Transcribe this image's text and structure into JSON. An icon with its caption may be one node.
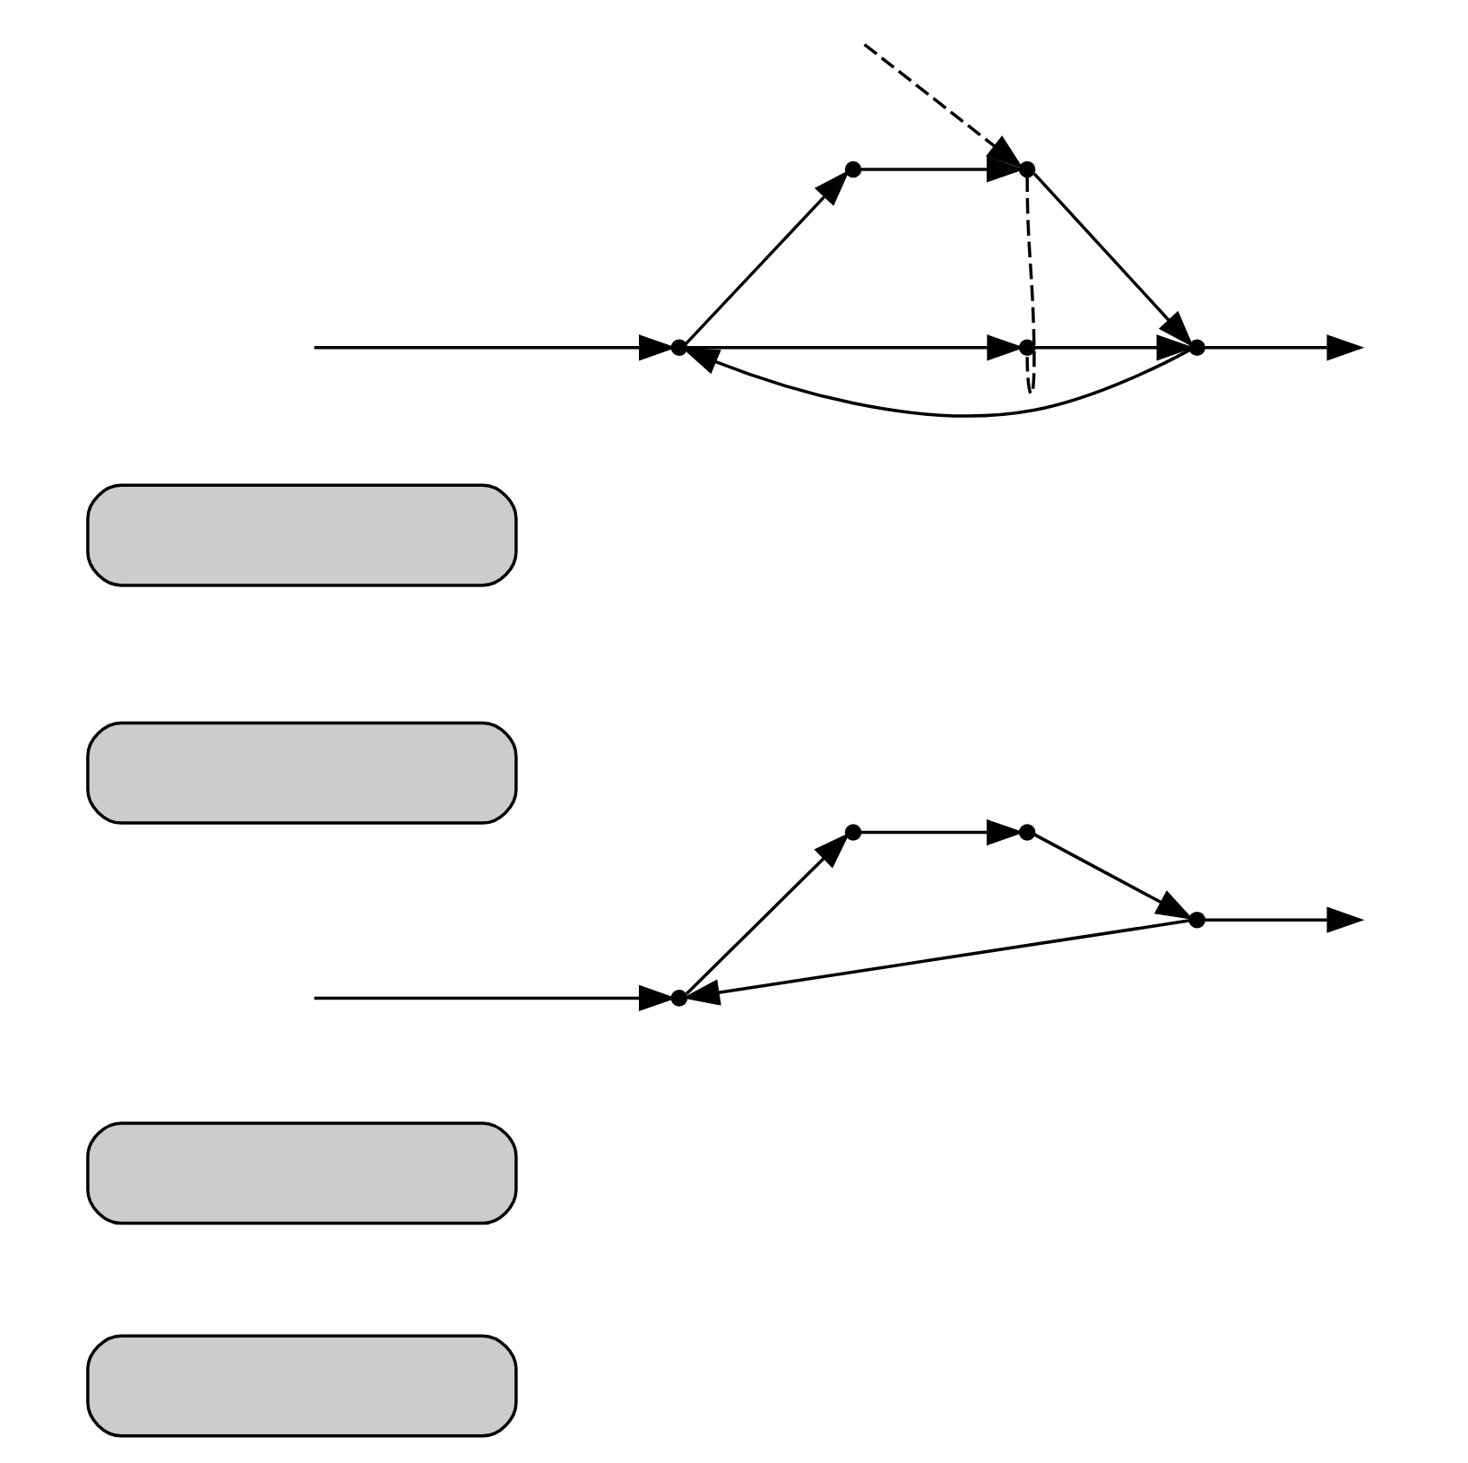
{
  "diagram": {
    "nodes": [
      {
        "text": [],
        "shape": "pill"
      },
      {
        "text": [],
        "shape": "pill"
      },
      {
        "text": [],
        "shape": "point"
      },
      {
        "text": [],
        "shape": "point"
      },
      {
        "text": [],
        "shape": "point"
      },
      {
        "text": [],
        "shape": "point"
      },
      {
        "text": [],
        "shape": "pill"
      },
      {
        "text": [],
        "shape": "pill"
      },
      {
        "text": [],
        "shape": "point"
      },
      {
        "text": [],
        "shape": "point"
      },
      {
        "text": [],
        "shape": "point"
      },
      {
        "text": [],
        "shape": "point"
      },
      {
        "text": [],
        "shape": "point"
      }
    ],
    "edges": [
      {
        "from": null,
        "to": 2,
        "arrow": "to"
      },
      {
        "from": 2,
        "to": 3,
        "arrow": "to"
      },
      {
        "from": 3,
        "to": 4,
        "arrow": "to"
      },
      {
        "from": 4,
        "to": 5,
        "arrow": "to"
      },
      {
        "from": 5,
        "to": null,
        "arrow": "to"
      },
      {
        "from": 5,
        "to": 2,
        "arrow": "to"
      },
      {
        "from": null,
        "to": 8,
        "arrow": "to"
      },
      {
        "from": 8,
        "to": 9,
        "arrow": "to"
      },
      {
        "from": 8,
        "to": 10,
        "arrow": "to"
      },
      {
        "from": 10,
        "to": 11,
        "arrow": "to"
      },
      {
        "from": 9,
        "to": 12,
        "arrow": "to"
      },
      {
        "from": 11,
        "to": 12,
        "arrow": "to"
      },
      {
        "from": 9,
        "to": 11,
        "arrow": "none",
        "style": "dashed"
      },
      {
        "from": 12,
        "to": null,
        "arrow": "to"
      },
      {
        "from": 12,
        "to": 8,
        "arrow": "to"
      },
      {
        "from": null,
        "to": 11,
        "arrow": "to",
        "style": "dashed"
      }
    ]
  }
}
